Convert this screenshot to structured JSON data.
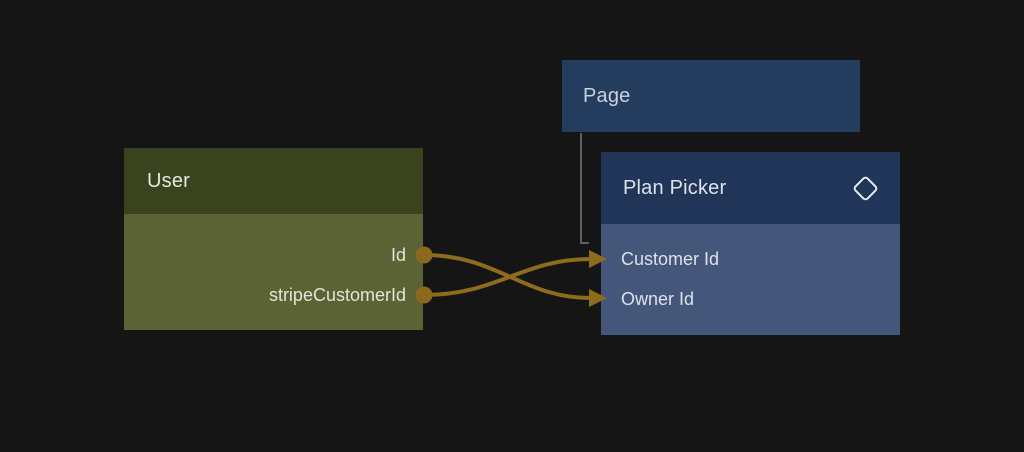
{
  "canvas": {
    "background_color": "#151515"
  },
  "nodes": {
    "user": {
      "title": "User",
      "header_color": "#39441f",
      "body_color": "#5b6334",
      "fields": [
        {
          "label": "Id",
          "port": "output"
        },
        {
          "label": "stripeCustomerId",
          "port": "output"
        }
      ]
    },
    "page": {
      "title": "Page",
      "header_color": "#243c5e"
    },
    "plan_picker": {
      "title": "Plan Picker",
      "header_icon": "diamond-icon",
      "header_color": "#203557",
      "body_color": "#44567a",
      "fields": [
        {
          "label": "Customer Id",
          "port": "input"
        },
        {
          "label": "Owner Id",
          "port": "input"
        }
      ]
    }
  },
  "connections": {
    "wire_color": "#8e6c1e",
    "edges": [
      {
        "from": "User.Id",
        "to": "Plan Picker.Owner Id"
      },
      {
        "from": "User.stripeCustomerId",
        "to": "Plan Picker.Customer Id"
      }
    ],
    "hierarchy_link": {
      "from": "Page",
      "to": "Plan Picker",
      "color": "#5e5e5e"
    }
  }
}
